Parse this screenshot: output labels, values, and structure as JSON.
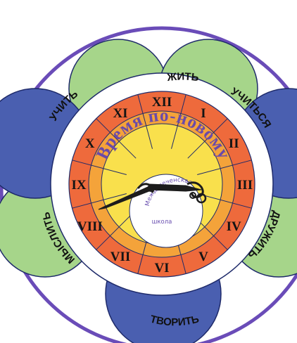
{
  "emblem": {
    "outer_words": {
      "top": "ЖИТЬ",
      "top_right": "УЧИТЬСЯ",
      "right": "ДРУЖИТЬ",
      "bottom": "ТВОРИТЬ",
      "left": "МЫСЛИТЬ",
      "top_left": "УЧИТЬ"
    },
    "numerals": [
      "XII",
      "I",
      "II",
      "III",
      "IV",
      "V",
      "VI",
      "VII",
      "VIII",
      "IX",
      "X",
      "XI"
    ],
    "motto": "Время по-новому",
    "school_line1": "Междуреченская",
    "school_line2": "школа"
  },
  "colors": {
    "outer_ring": "#6a4cb8",
    "petal_blue": "#4a5fb0",
    "petal_green": "#a6d58a",
    "white_ring": "#ffffff",
    "red_ring": "#ee6a3c",
    "orange_ring": "#f4a33a",
    "yellow_center": "#f9e04c",
    "hands": "#1c1c1c"
  }
}
